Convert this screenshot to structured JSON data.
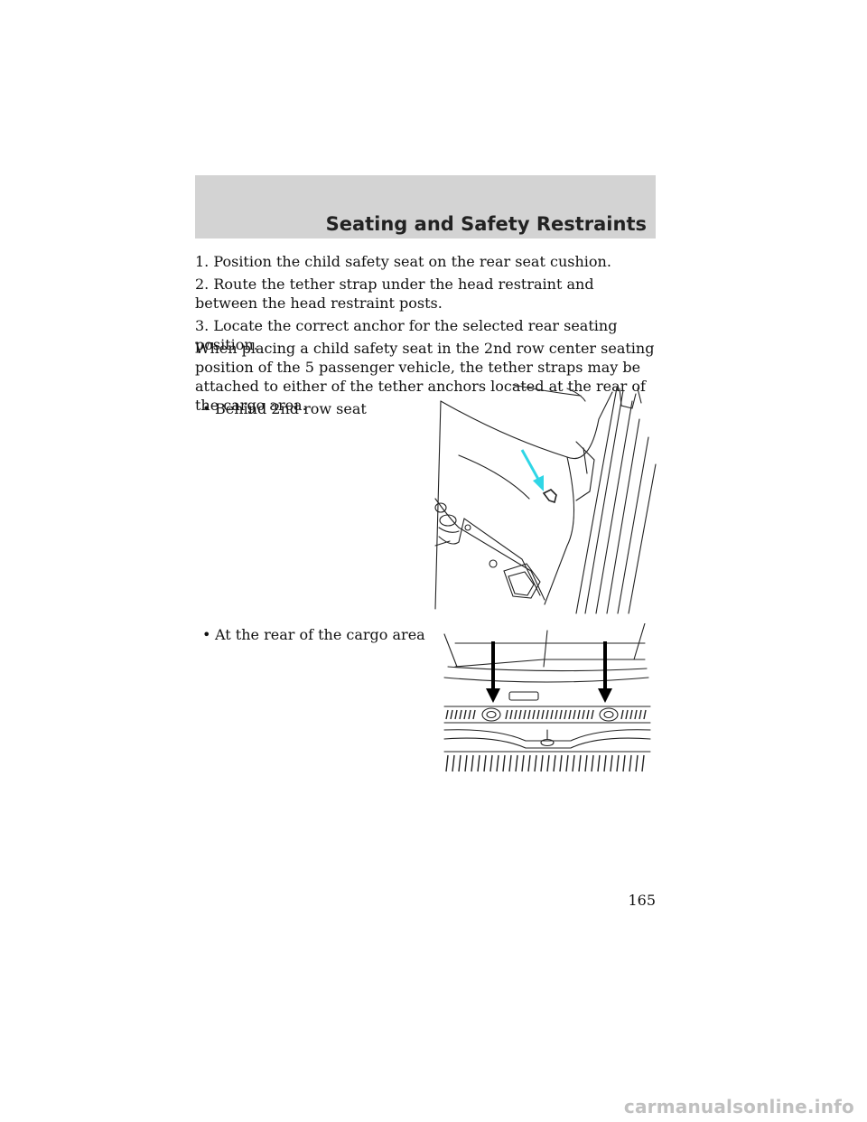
{
  "header": {
    "title": "Seating and Safety Restraints"
  },
  "paragraphs": [
    "1. Position the child safety seat on the rear seat cushion.",
    "2. Route the tether strap under the head restraint and between the head restraint posts.",
    "3. Locate the correct anchor for the selected rear seating position.",
    "When placing a child safety seat in the 2nd row center seating position of the 5 passenger vehicle, the tether straps may be attached to either of the tether anchors located at the rear of the cargo area."
  ],
  "bullets": [
    {
      "symbol": "•",
      "text": "Behind 2nd row seat"
    },
    {
      "symbol": "•",
      "text": "At the rear of the cargo area"
    }
  ],
  "illustrations": {
    "seat": {
      "arrow_color": "#2fd6e6"
    },
    "cargo": {
      "arrow_color": "#000000"
    }
  },
  "page_number": "165",
  "footer": {
    "watermark": "carmanualsonline.info"
  }
}
